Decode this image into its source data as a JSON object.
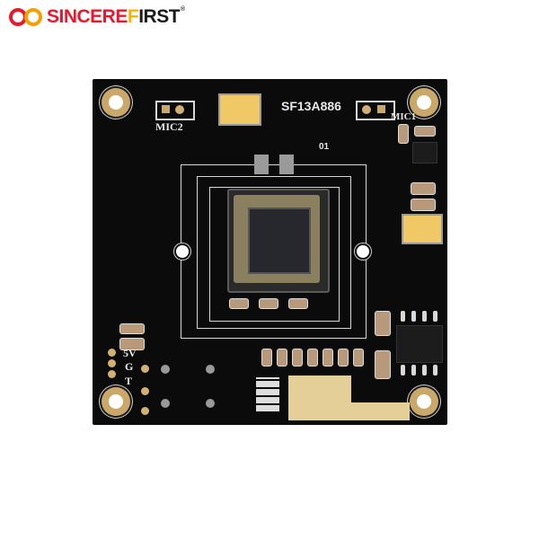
{
  "brand": {
    "name_prefix": "SINCERE",
    "name_mid": "F",
    "name_suffix": "IRST",
    "registered": "®",
    "colors": {
      "red": "#e8192c",
      "yellow": "#f5b400",
      "dark": "#1a1a1a"
    }
  },
  "board": {
    "description": "Black camera module PCB with image sensor",
    "model": "SF13A886",
    "labels": {
      "mic2": "MIC2",
      "mic1": "MIC1",
      "ref_01": "01",
      "pin_5v": "5V",
      "pin_g": "G",
      "pin_t": "T"
    },
    "colors": {
      "pcb": "#0b0b0b",
      "silkscreen": "#e8e8e8",
      "gold": "#c9a86a",
      "tantalum": "#f0c866"
    }
  }
}
